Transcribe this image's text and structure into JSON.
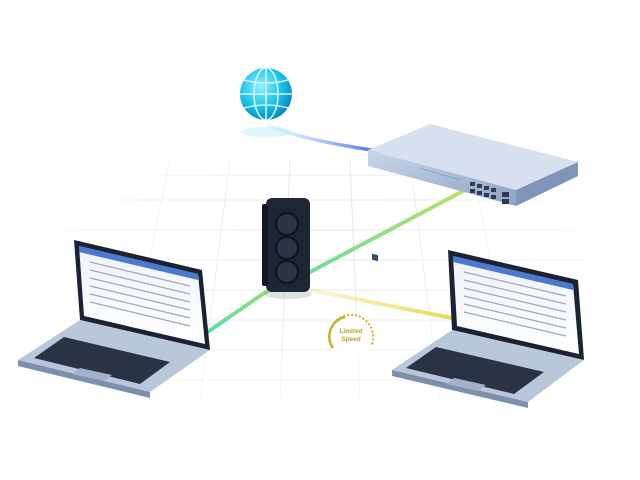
{
  "speed_badge": {
    "line1": "Limited",
    "line2": "Speed",
    "color": "#c9b228"
  },
  "colors": {
    "internet_link": "#4a6cf0",
    "switch_link": "#8fd84a",
    "laptop_link_left": "#3ad98a",
    "laptop_link_right": "#f0df50",
    "globe": "#19c2e6",
    "device_body": "#aebfd9",
    "traffic_light": "#1e2533"
  },
  "icons": {
    "internet": "globe-icon",
    "gateway": "network-switch-device",
    "controller": "traffic-light-icon",
    "speed": "speedometer-icon"
  }
}
